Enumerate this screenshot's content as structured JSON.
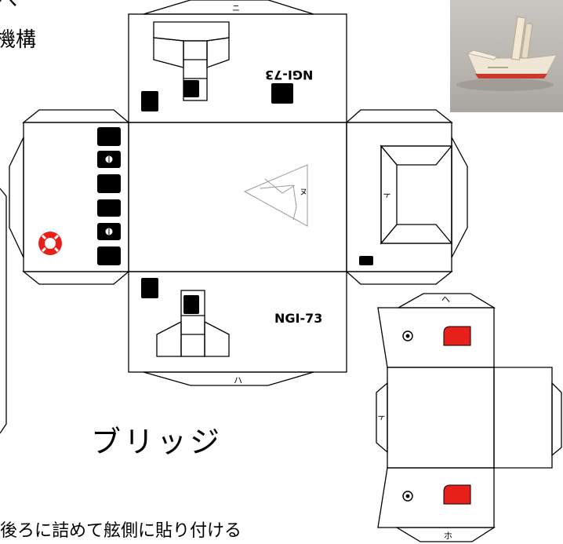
{
  "heading": {
    "line1": "へ",
    "line2": "機構"
  },
  "bridge": {
    "title": "ブリッジ",
    "hull_number": "NGI-73",
    "hull_number_flipped": "NGI-73",
    "tabs": {
      "top": "ニ",
      "bottom": "ハ",
      "right": "ト",
      "center": "ヌ"
    }
  },
  "mechanism": {
    "tabs": {
      "top": "へ",
      "bottom": "ホ",
      "left": "ト"
    }
  },
  "instruction": "後ろに詰めて舷側に貼り付ける",
  "colors": {
    "accent_red": "#e8201c",
    "ink": "#000000",
    "paper": "#ffffff"
  },
  "photo": {
    "icon": "paper-boat-photo"
  }
}
